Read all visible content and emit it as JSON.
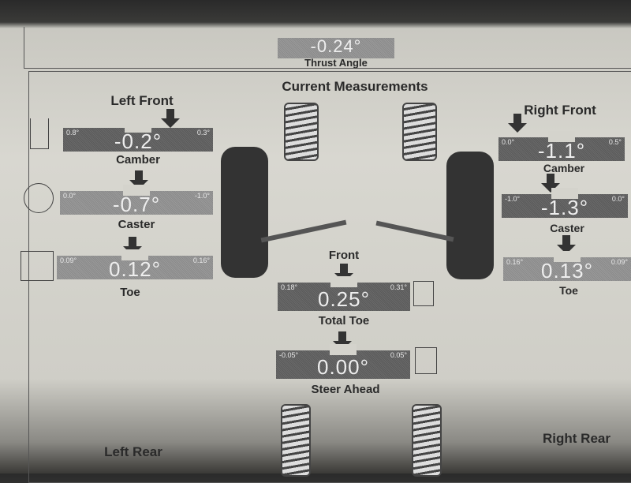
{
  "thrust": {
    "value": "-0.24°",
    "label": "Thrust Angle"
  },
  "title": "Current Measurements",
  "left_front": {
    "title": "Left Front",
    "camber": {
      "label": "Camber",
      "min": "0.8°",
      "max": "0.3°",
      "value": "-0.2°"
    },
    "caster": {
      "label": "Caster",
      "min": "0.0°",
      "max": "-1.0°",
      "value": "-0.7°"
    },
    "toe": {
      "label": "Toe",
      "min": "0.09°",
      "max": "0.16°",
      "value": "0.12°"
    }
  },
  "right_front": {
    "title": "Right Front",
    "camber": {
      "label": "Camber",
      "min": "0.0°",
      "max": "0.5°",
      "value": "-1.1°"
    },
    "caster": {
      "label": "Caster",
      "min": "-1.0°",
      "max": "0.0°",
      "value": "-1.3°"
    },
    "toe": {
      "label": "Toe",
      "min": "0.16°",
      "max": "0.09°",
      "value": "0.13°"
    }
  },
  "front_label": "Front",
  "total_toe": {
    "label": "Total Toe",
    "min": "0.18°",
    "max": "0.31°",
    "value": "0.25°"
  },
  "steer_ahead": {
    "label": "Steer Ahead",
    "min": "-0.05°",
    "max": "0.05°",
    "value": "0.00°"
  },
  "left_rear": {
    "title": "Left Rear"
  },
  "right_rear": {
    "title": "Right Rear"
  }
}
